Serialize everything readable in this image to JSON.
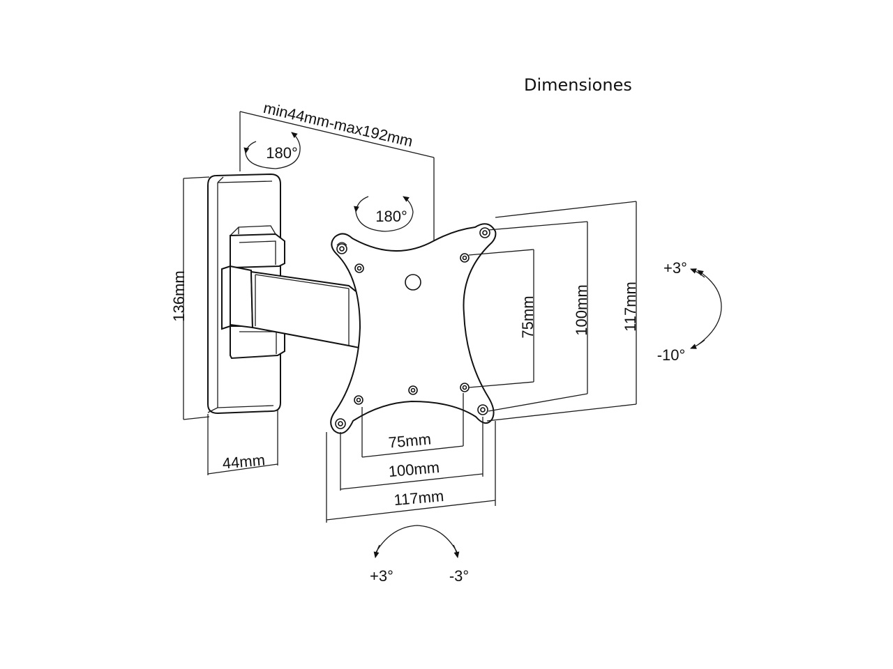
{
  "title": "Dimensiones",
  "dimensions": {
    "arm_extension": "min44mm-max192mm",
    "wall_plate_height": "136mm",
    "wall_plate_depth": "44mm",
    "vesa_inner_vertical": "75mm",
    "vesa_mid_vertical": "100mm",
    "vesa_outer_vertical": "117mm",
    "vesa_inner_horizontal": "75mm",
    "vesa_mid_horizontal": "100mm",
    "vesa_outer_horizontal": "117mm"
  },
  "rotations": {
    "arm_swivel": "180°",
    "plate_swivel": "180°",
    "tilt_up": "+3°",
    "tilt_down": "-10°",
    "rotate_left": "+3°",
    "rotate_right": "-3°"
  },
  "colors": {
    "line": "#111111",
    "background": "#ffffff"
  }
}
